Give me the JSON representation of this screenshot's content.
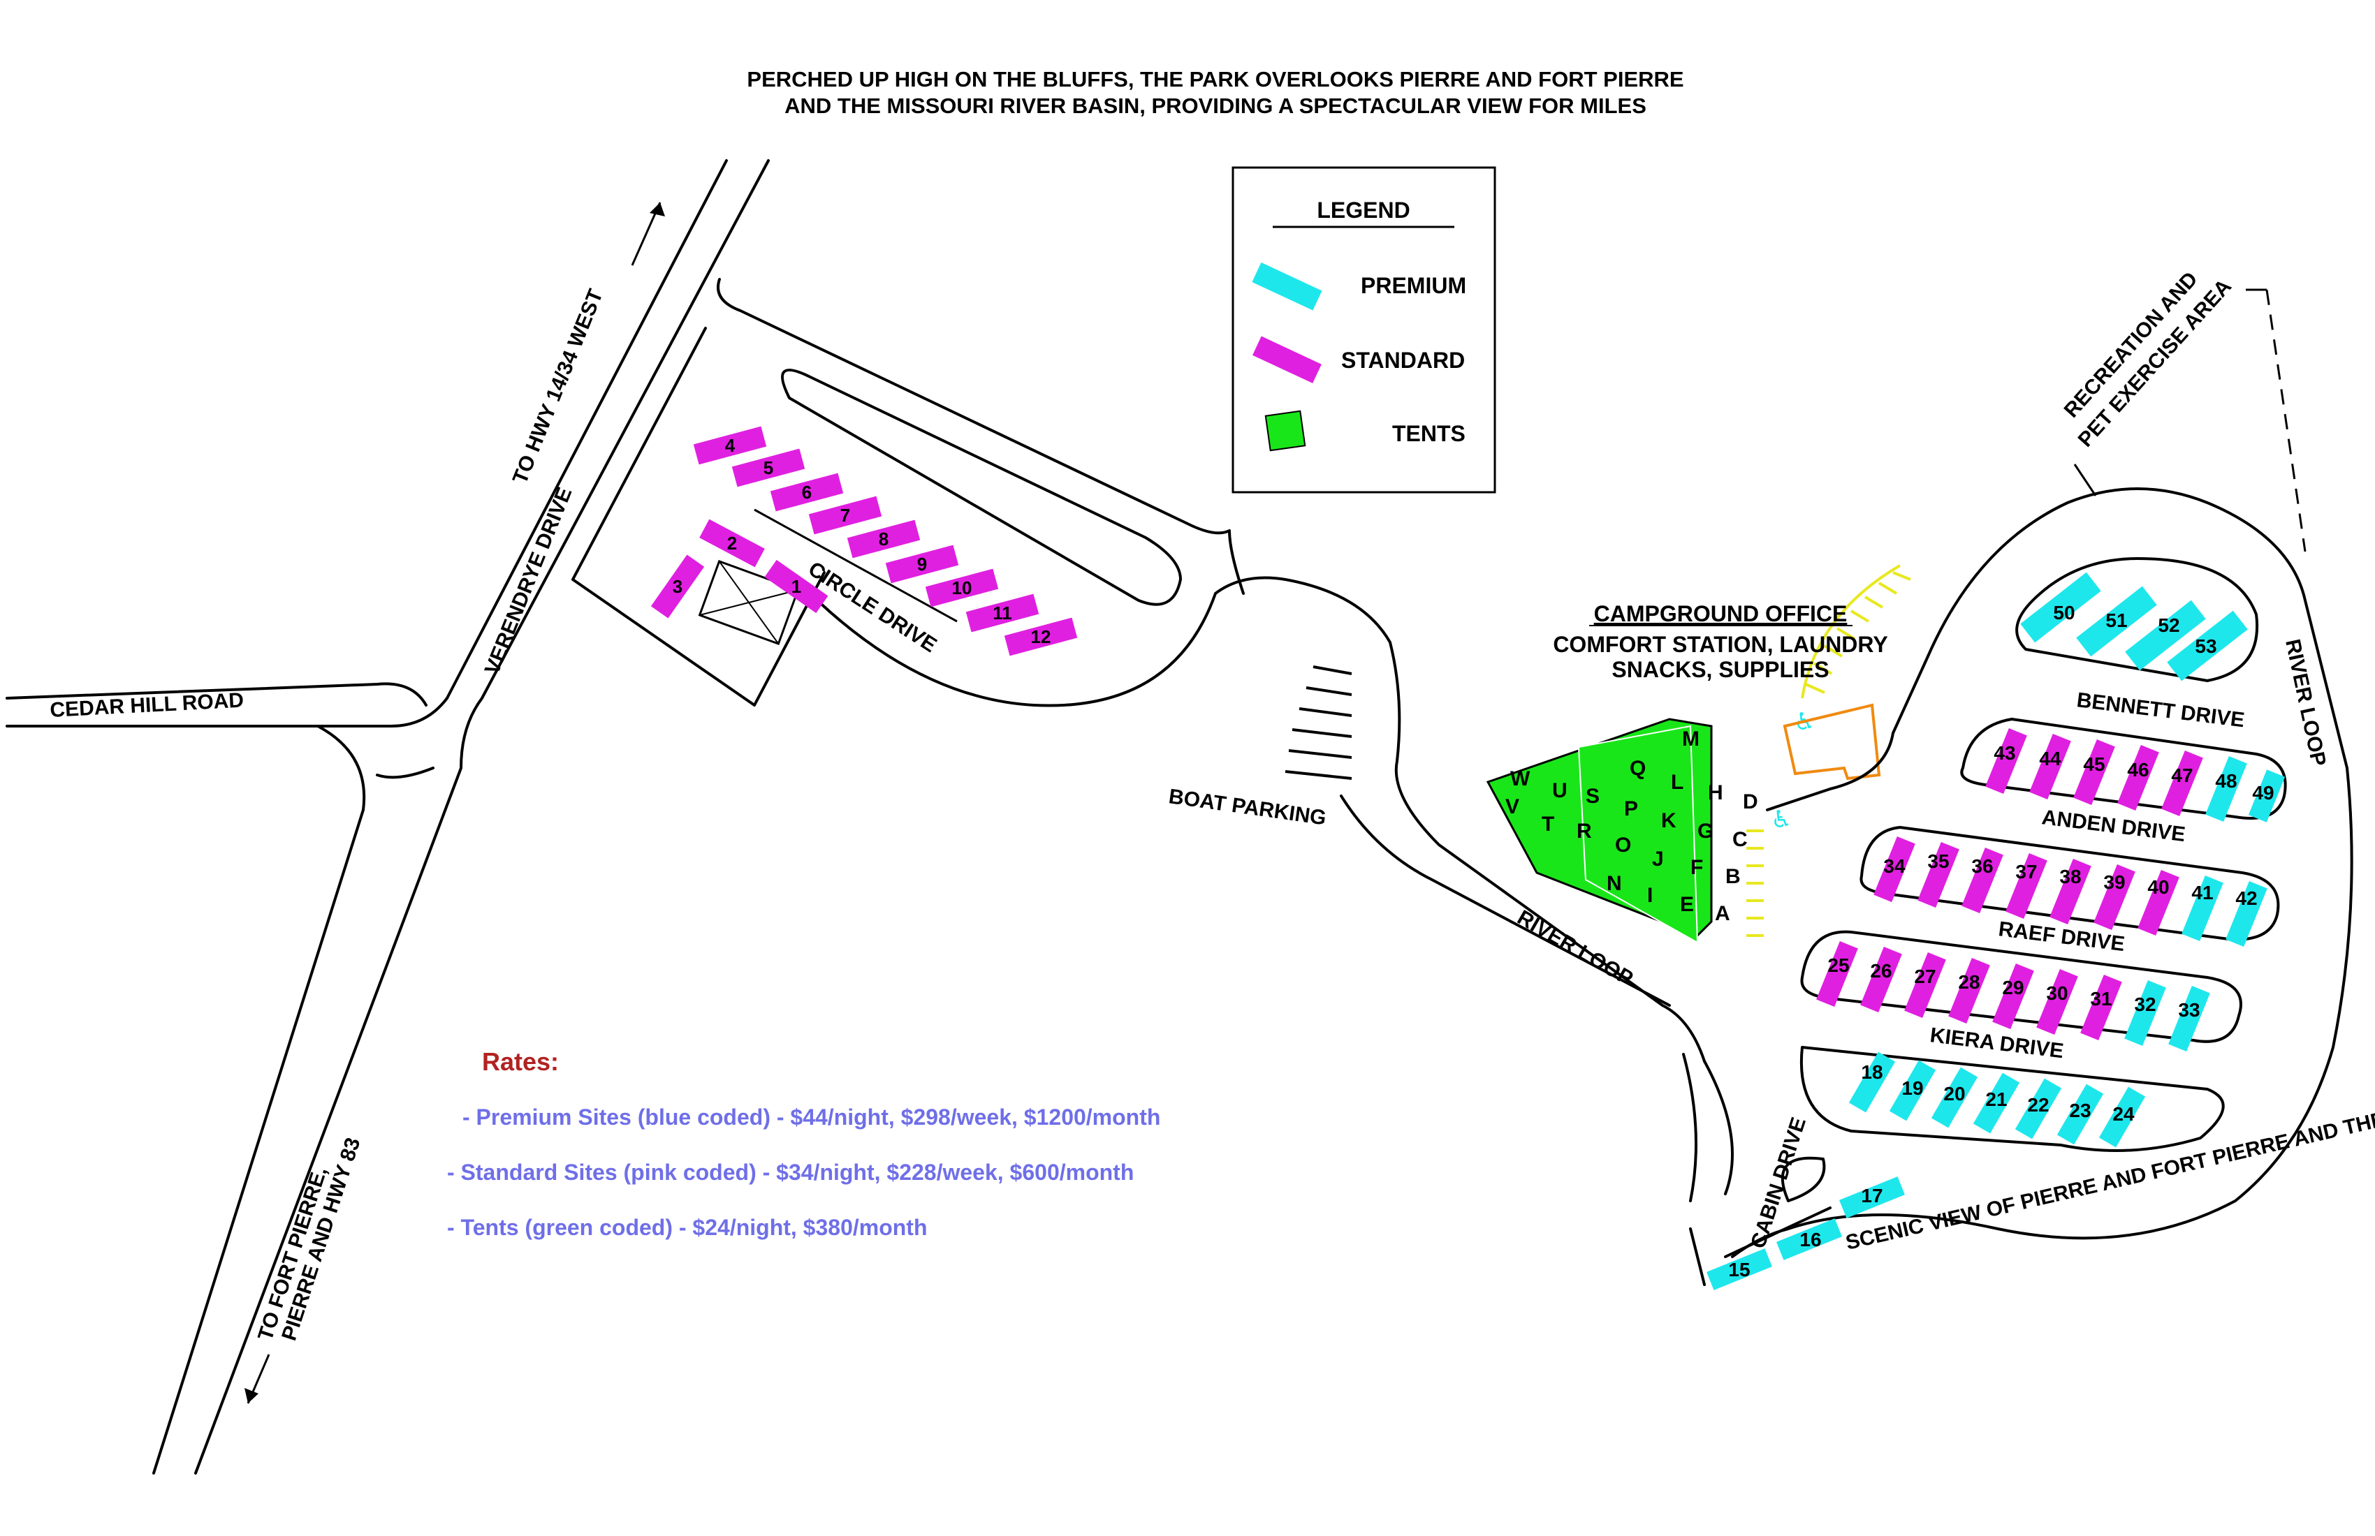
{
  "header": {
    "line1": "PERCHED UP HIGH ON THE BLUFFS, THE PARK OVERLOOKS PIERRE AND FORT PIERRE",
    "line2": "AND THE MISSOURI RIVER BASIN, PROVIDING A SPECTACULAR VIEW FOR MILES"
  },
  "legend": {
    "title": "LEGEND",
    "items": [
      {
        "label": "PREMIUM",
        "color": "#1ee7ec"
      },
      {
        "label": "STANDARD",
        "color": "#e020e0"
      },
      {
        "label": "TENTS",
        "color": "#19e619"
      }
    ]
  },
  "roads": {
    "to_hwy_west": "TO HWY 14/34 WEST",
    "verendrye": "VERENDRYE DRIVE",
    "cedar_hill": "CEDAR HILL ROAD",
    "to_fort_pierre_1": "TO FORT PIERRE,",
    "to_fort_pierre_2": "PIERRE AND HWY 83",
    "circle_drive": "CIRCLE DRIVE",
    "boat_parking": "BOAT PARKING",
    "river_loop_1": "RIVER LOOP",
    "river_loop_2": "RIVER LOOP",
    "bennett": "BENNETT DRIVE",
    "anden": "ANDEN DRIVE",
    "raef": "RAEF DRIVE",
    "kiera": "KIERA DRIVE",
    "cabin": "CABIN DRIVE",
    "scenic": "SCENIC VIEW OF PIERRE AND FORT PIERRE AND THE MISSOURI RIVER",
    "recreation_1": "RECREATION AND",
    "recreation_2": "PET EXERCISE AREA"
  },
  "office": {
    "title": "CAMPGROUND OFFICE",
    "line1": "COMFORT STATION, LAUNDRY",
    "line2": "SNACKS, SUPPLIES"
  },
  "rates": {
    "title": "Rates:",
    "premium": "- Premium Sites (blue coded) - $44/night, $298/week, $1200/month",
    "standard": "- Standard Sites (pink coded) - $34/night, $228/week, $600/month",
    "tents": "- Tents (green coded) - $24/night, $380/month"
  },
  "sites": {
    "circle": [
      "1",
      "2",
      "3",
      "4",
      "5",
      "6",
      "7",
      "8",
      "9",
      "10",
      "11",
      "12"
    ],
    "cabin": [
      "15",
      "16",
      "17"
    ],
    "kiera": [
      "18",
      "19",
      "20",
      "21",
      "22",
      "23",
      "24"
    ],
    "raef": [
      "25",
      "26",
      "27",
      "28",
      "29",
      "30",
      "31",
      "32",
      "33"
    ],
    "anden": [
      "34",
      "35",
      "36",
      "37",
      "38",
      "39",
      "40",
      "41",
      "42"
    ],
    "bennett": [
      "43",
      "44",
      "45",
      "46",
      "47",
      "48",
      "49"
    ],
    "top": [
      "50",
      "51",
      "52",
      "53"
    ]
  },
  "tents": [
    "A",
    "B",
    "C",
    "D",
    "E",
    "F",
    "G",
    "H",
    "I",
    "J",
    "K",
    "L",
    "M",
    "N",
    "O",
    "P",
    "Q",
    "R",
    "S",
    "T",
    "U",
    "V",
    "W"
  ]
}
